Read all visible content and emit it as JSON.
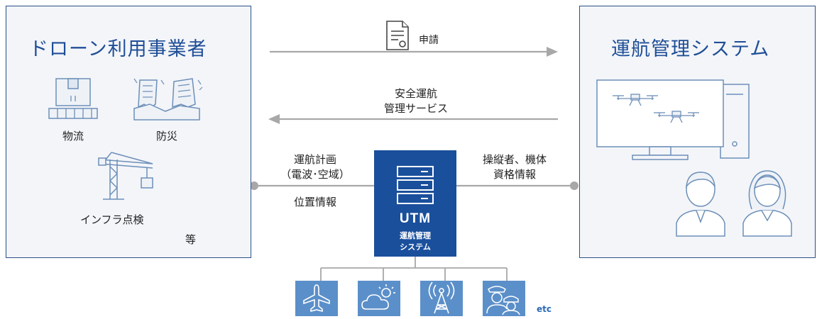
{
  "left_panel": {
    "title": "ドローン利用事業者",
    "uses": {
      "logistics": "物流",
      "disaster_prevention": "防災",
      "infrastructure": "インフラ点検",
      "etc": "等"
    }
  },
  "right_panel": {
    "title": "運航管理システム"
  },
  "flows": {
    "application": "申請",
    "safety_service_line1": "安全運航",
    "safety_service_line2": "管理サービス",
    "flight_plan_line1": "運航計画",
    "flight_plan_line2": "（電波･空域）",
    "position_info": "位置情報",
    "operator_line1": "操縦者、機体",
    "operator_line2": "資格情報"
  },
  "utm": {
    "title": "UTM",
    "sub_line1": "運航管理",
    "sub_line2": "システム"
  },
  "external_sources": {
    "icons": [
      "airplane-icon",
      "weather-icon",
      "radio-tower-icon",
      "police-fire-icon"
    ],
    "etc_label": "etc"
  },
  "colors": {
    "panel_border": "#2b4f86",
    "panel_bg": "#f3f5f9",
    "title": "#1f4e96",
    "utm_box": "#1a4f9c",
    "sub_icon_bg": "#5b8fc9",
    "arrow": "#a8a8a8",
    "icon_stroke": "#6d8fb8"
  }
}
